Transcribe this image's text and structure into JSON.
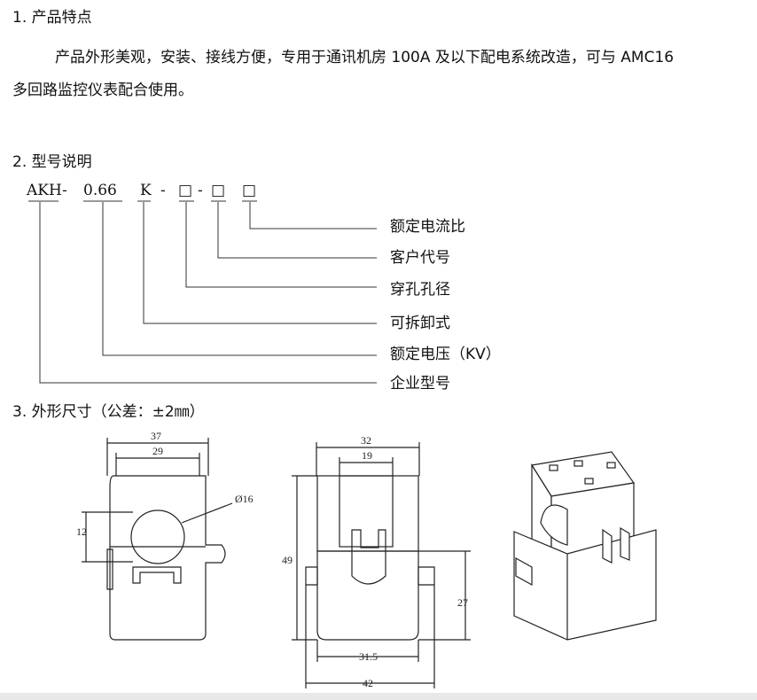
{
  "section1": {
    "heading": "1. 产品特点",
    "para_line1": "产品外形美观，安装、接线方便，专用于通讯机房 100A 及以下配电系统改造，可与 AMC16",
    "para_line2": "多回路监控仪表配合使用。"
  },
  "section2": {
    "heading": "2. 型号说明",
    "model_parts": [
      "AKH",
      "-",
      "0.66",
      "K",
      "-",
      "□",
      "-",
      "□",
      "□"
    ],
    "labels": [
      "额定电流比",
      "客户代号",
      "穿孔孔径",
      "可拆卸式",
      "额定电压（KV）",
      "企业型号"
    ]
  },
  "section3": {
    "heading": "3. 外形尺寸（公差：±2㎜）",
    "front_view": {
      "width_outer": "37",
      "width_inner": "29",
      "hole_dia": "Ø16",
      "hole_height": "12"
    },
    "side_view": {
      "top_outer": "32",
      "top_inner": "19",
      "height_total": "49",
      "height_body": "27",
      "base_inner": "31.5",
      "base_outer": "42"
    }
  }
}
